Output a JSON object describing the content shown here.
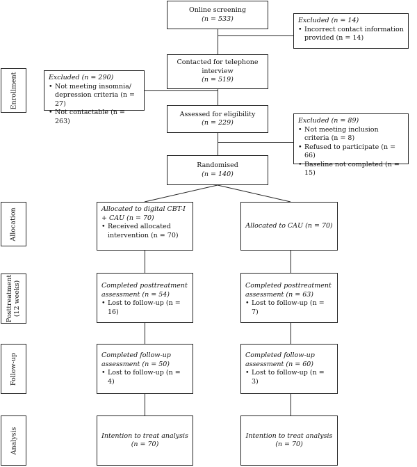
{
  "stages": {
    "enrollment": "Enrollment",
    "allocation": "Allocation",
    "posttreatment_a": "Posttreatment",
    "posttreatment_b": "(12 weeks)",
    "followup": "Follow-up",
    "analysis": "Analysis"
  },
  "screening": {
    "line1": "Online screening",
    "line2": "(n = 533)"
  },
  "excluded1": {
    "title": "Excluded (n = 14)",
    "items": [
      "Incorrect contact information provided (n = 14)"
    ]
  },
  "contacted": {
    "line1": "Contacted for telephone",
    "line2": "interview",
    "line3": "(n = 519)"
  },
  "excluded2": {
    "title": "Excluded (n = 290)",
    "items": [
      "Not meeting insomnia/ depression criteria (n = 27)",
      "Not contactable (n = 263)"
    ]
  },
  "assessed": {
    "line1": "Assessed for eligibility",
    "line2": "(n = 229)"
  },
  "excluded3": {
    "title": "Excluded (n = 89)",
    "items": [
      "Not meeting inclusion criteria (n = 8)",
      "Refused to participate (n = 66)",
      "Baseline not completed (n = 15)"
    ]
  },
  "randomised": {
    "line1": "Randomised",
    "line2": "(n = 140)"
  },
  "alloc_left": {
    "title": "Allocated to digital CBT-I + CAU (n = 70)",
    "items": [
      "Received allocated intervention (n = 70)"
    ]
  },
  "alloc_right": {
    "title": "Allocated to CAU (n = 70)"
  },
  "post_left": {
    "title": "Completed posttreatment assessment (n = 54)",
    "items": [
      "Lost to follow-up (n = 16)"
    ]
  },
  "post_right": {
    "title": "Completed posttreatment assessment (n = 63)",
    "items": [
      "Lost to follow-up (n = 7)"
    ]
  },
  "fu_left": {
    "title": "Completed follow-up assessment (n = 50)",
    "items": [
      "Lost to follow-up (n = 4)"
    ]
  },
  "fu_right": {
    "title": "Completed follow-up assessment (n = 60)",
    "items": [
      "Lost to follow-up (n = 3)"
    ]
  },
  "an_left": {
    "line1": "Intention to treat analysis",
    "line2": "(n = 70)"
  },
  "an_right": {
    "line1": "Intention to treat analysis",
    "line2": "(n = 70)"
  }
}
